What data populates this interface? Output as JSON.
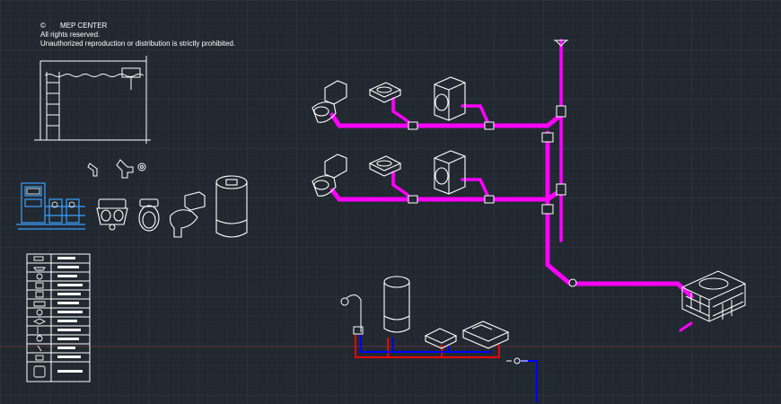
{
  "copyright": {
    "symbol": "©",
    "company": "MEP CENTER",
    "rights": "All rights reserved.",
    "notice": "Unauthorized reproduction or distribution is strictly prohibited."
  },
  "colors": {
    "background": "#212830",
    "grid": "#2d3540",
    "drainage_pipe": "#ff00ff",
    "hot_water": "#ff0000",
    "cold_water": "#0000ff",
    "linework": "#ffffff"
  },
  "symbols": [
    "tank-section",
    "pipe-fittings",
    "pump-station",
    "washbasin",
    "toilet",
    "water-heater",
    "legend-table",
    "toilet-fixture",
    "bidet-fixture",
    "washing-machine",
    "shower",
    "sink",
    "grease-trap"
  ]
}
